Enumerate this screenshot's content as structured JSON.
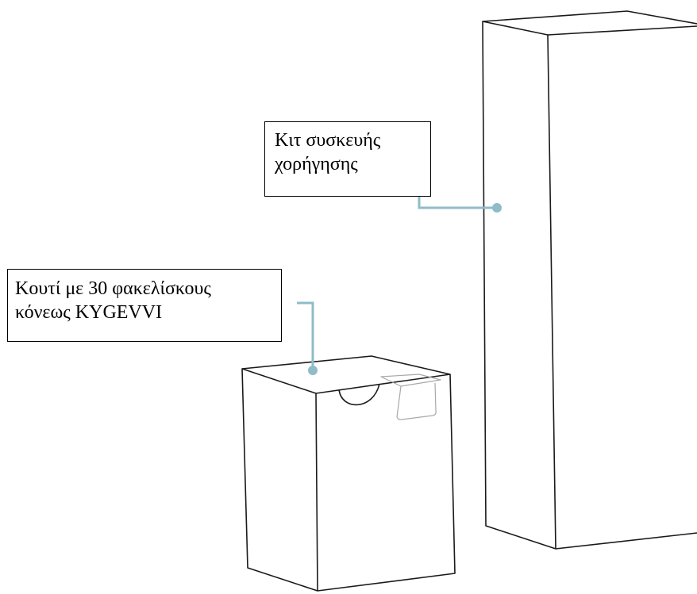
{
  "colors": {
    "outline": "#1a1a1a",
    "connector": "#8fbcc8",
    "background": "#ffffff"
  },
  "labels": {
    "kit": {
      "line1": "Κιτ συσκευής",
      "line2": "χορήγησης"
    },
    "box": {
      "line1": "Κουτί με 30 φακελίσκους",
      "line2": "κόνεως KYGEVVI"
    }
  }
}
